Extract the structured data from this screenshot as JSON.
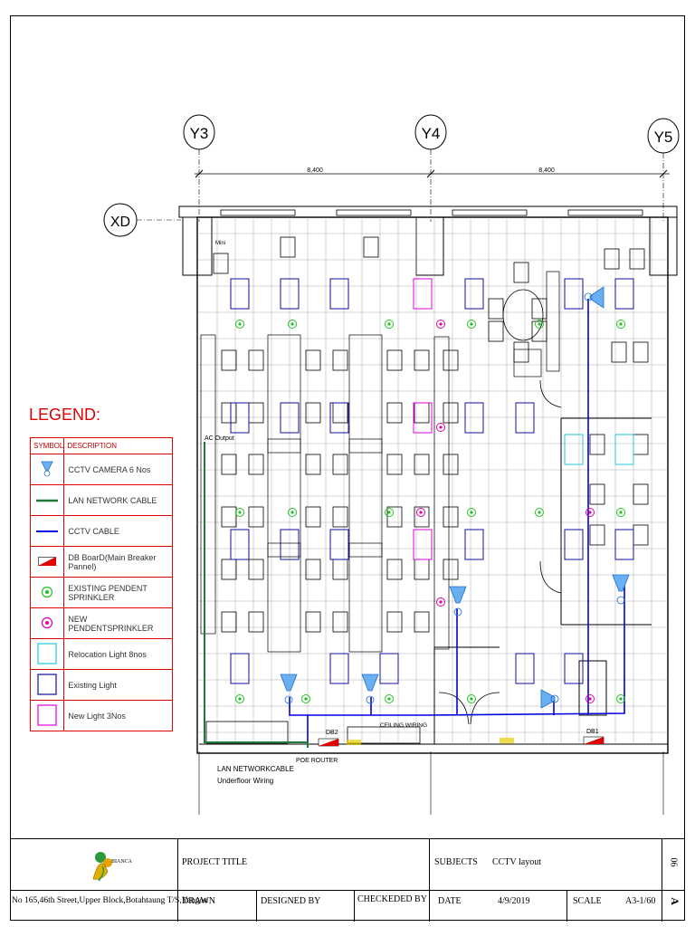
{
  "grid_labels": {
    "y3": "Y3",
    "y4": "Y4",
    "y5": "Y5",
    "xd": "XD"
  },
  "dimensions": {
    "left": "8,400",
    "right": "8,400"
  },
  "plan_labels": {
    "mini": "Mini",
    "ac_output": "AC Output",
    "db2": "DB2",
    "db1": "DB1",
    "ceiling_wiring": "CEILING WIRING",
    "poe_router": "POE ROUTER",
    "lan_network_cable": "LAN NETWORKCABLE",
    "underfloor_wiring": "Underfloor Wiring"
  },
  "legend": {
    "title": "LEGEND:",
    "header_symbol": "SYMBOL",
    "header_description": "DESCRIPTION",
    "items": [
      {
        "icon": "cctv-camera-icon",
        "label": "CCTV CAMERA    6 Nos",
        "color": "#1a6fd0"
      },
      {
        "icon": "lan-cable-icon",
        "label": "LAN NETWORK CABLE",
        "color": "#1f7a3a"
      },
      {
        "icon": "cctv-cable-icon",
        "label": "CCTV CABLE",
        "color": "#0000e0"
      },
      {
        "icon": "db-board-icon",
        "label": "DB BoarD(Main Breaker Pannel)",
        "color": "#e00000"
      },
      {
        "icon": "existing-sprinkler-icon",
        "label": "EXISTING PENDENT SPRINKLER",
        "color": "#22c022"
      },
      {
        "icon": "new-sprinkler-icon",
        "label": "NEW PENDENTSPRINKLER",
        "color": "#e000a0"
      },
      {
        "icon": "relocation-light-icon",
        "label": "Relocation Light 8nos",
        "color": "#20c8d8"
      },
      {
        "icon": "existing-light-icon",
        "label": "Existing Light",
        "color": "#1010a0"
      },
      {
        "icon": "new-light-icon",
        "label": "New Light 3Nos",
        "color": "#e000e0"
      }
    ]
  },
  "title_block": {
    "logo_text": "BIANCA",
    "project_title_label": "PROJECT TITLE",
    "subjects_label": "SUBJECTS",
    "subjects_value": "CCTV layout",
    "sheet_number": "06",
    "address": "No 165,46th Street,Upper Block,Botahtaung T/S,Yangon",
    "drawn_label": "DRAWN",
    "designed_by_label": "DESIGNED BY",
    "checked_by_label": "CHECKEDED BY",
    "date_label": "DATE",
    "date_value": "4/9/2019",
    "scale_label": "SCALE",
    "scale_value": "A3-1/60",
    "revision": "A"
  },
  "colors": {
    "existing_light": "#1010a0",
    "new_light": "#e000e0",
    "relocation_light": "#20c8d8",
    "existing_sprinkler": "#22c022",
    "new_sprinkler": "#e000a0",
    "cctv_cable": "#0000e0",
    "lan_cable": "#1f7a3a",
    "db_board": "#e00000",
    "camera": "#1a6fd0"
  }
}
